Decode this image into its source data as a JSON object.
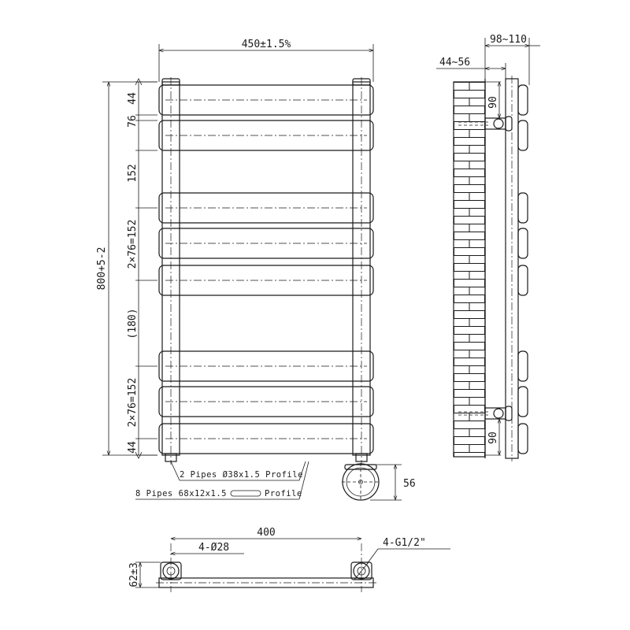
{
  "front_view": {
    "dim_width": "450±1.5%",
    "dim_height": "800+5-2",
    "segments": [
      "44",
      "76",
      "152",
      "2×76=152",
      "(180)",
      "2×76=152",
      "44"
    ],
    "note_pipes": "2 Pipes Ø38x1.5 Profile",
    "note_panels": "8 Pipes 68x12x1.5",
    "note_panels_suffix": "Profile",
    "dim_pipe_depth": "56"
  },
  "side_view": {
    "dim_total_depth": "98~110",
    "dim_wall_gap": "44~56",
    "dim_bracket_top": "90",
    "dim_bracket_bottom": "90"
  },
  "bottom_view": {
    "dim_centers": "400",
    "dim_pipe_dia": "4-Ø28",
    "dim_thread": "4-G1/2\"",
    "dim_height": "62±3"
  },
  "colors": {
    "line": "#1a1a1a",
    "background": "#ffffff"
  }
}
